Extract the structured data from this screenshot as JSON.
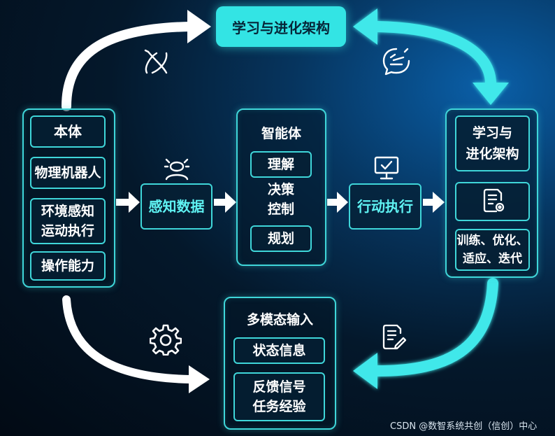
{
  "top": {
    "title": "学习与进化架构"
  },
  "left_panel": {
    "items": [
      "本体",
      "物理机器人",
      "环境感知\n运动执行",
      "操作能力"
    ]
  },
  "perception": {
    "label": "感知数据"
  },
  "agent": {
    "title": "智能体",
    "items": [
      "理解",
      "决策\n控制",
      "规划"
    ]
  },
  "action": {
    "label": "行动执行"
  },
  "right_panel": {
    "title": "学习与\n进化架构",
    "items": [
      "训练、优化、\n适应、迭代"
    ]
  },
  "bottom_panel": {
    "title": "多模态输入",
    "items": [
      "状态信息",
      "反馈信号\n任务经验"
    ]
  },
  "icons": [
    "atom-icon",
    "chat-bubble-icon",
    "robot-head-icon",
    "monitor-check-icon",
    "document-gear-icon",
    "gear-icon",
    "document-pen-icon"
  ],
  "colors": {
    "accent": "#3fd6d9",
    "accent_fill": "#33e4e4",
    "text": "#ffffff"
  },
  "watermark": "CSDN @数智系统共创（信创）中心"
}
